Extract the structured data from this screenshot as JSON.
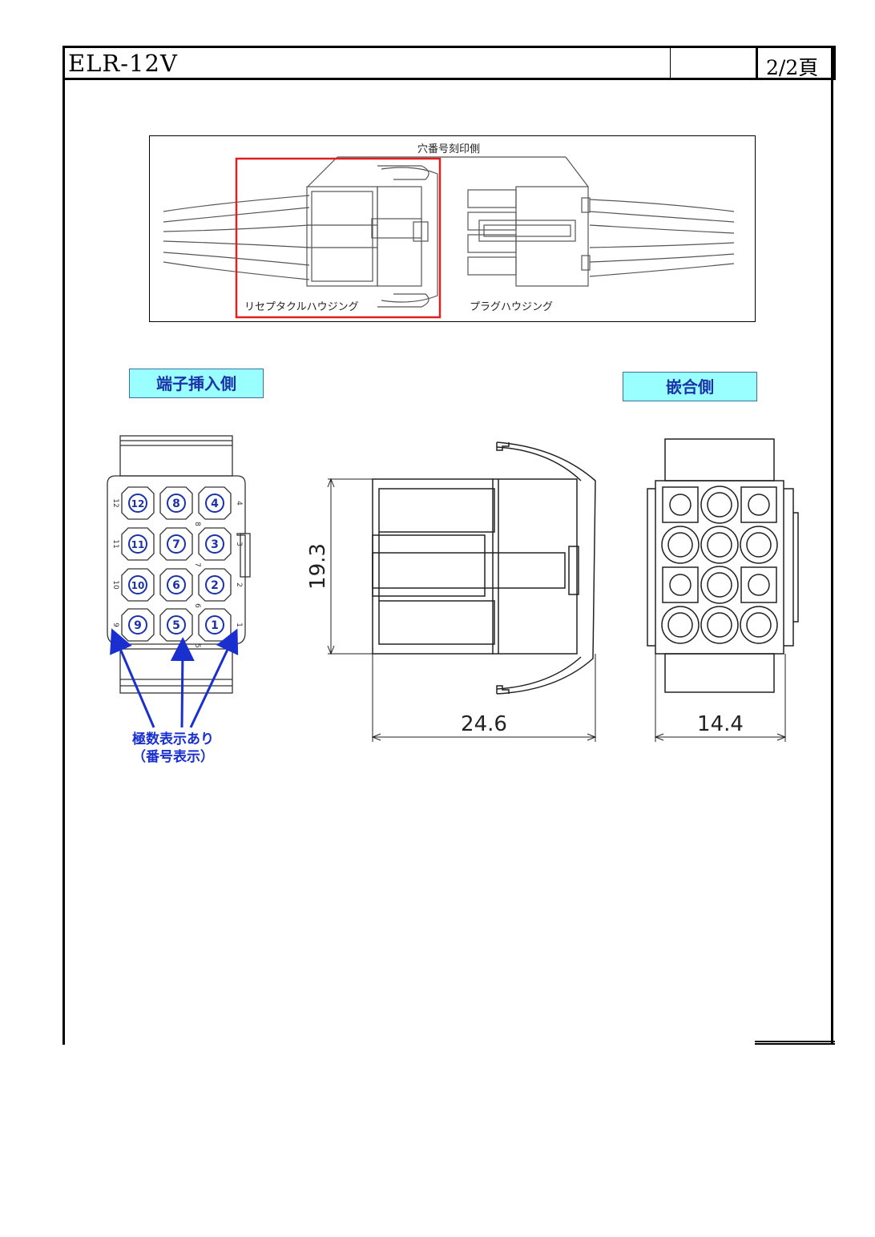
{
  "header": {
    "title": "ELR-12V",
    "page": "2/2頁"
  },
  "photo": {
    "caption_top": "穴番号刻印側",
    "receptacle_label": "リセプタクルハウジング",
    "plug_label": "プラグハウジング",
    "highlight_color": "#e02020"
  },
  "labels": {
    "terminal_side": "端子挿入側",
    "mating_side": "嵌合側",
    "polarity_note_line1": "極数表示あり",
    "polarity_note_line2": "（番号表示）",
    "label_bg": "#99ffff",
    "label_text_color": "#1b32a8",
    "arrow_color": "#1a2fd0"
  },
  "terminal_view": {
    "pins": [
      "12",
      "8",
      "4",
      "11",
      "7",
      "3",
      "10",
      "6",
      "2",
      "9",
      "5",
      "1"
    ],
    "left_edge_numbers": [
      "12",
      "11",
      "10",
      "9"
    ],
    "right_edge_numbers": [
      "4",
      "3",
      "2",
      "1"
    ],
    "mid_numbers": [
      "8",
      "7",
      "6",
      "5"
    ]
  },
  "dimensions": {
    "height": "19.3",
    "length": "24.6",
    "width": "14.4"
  }
}
